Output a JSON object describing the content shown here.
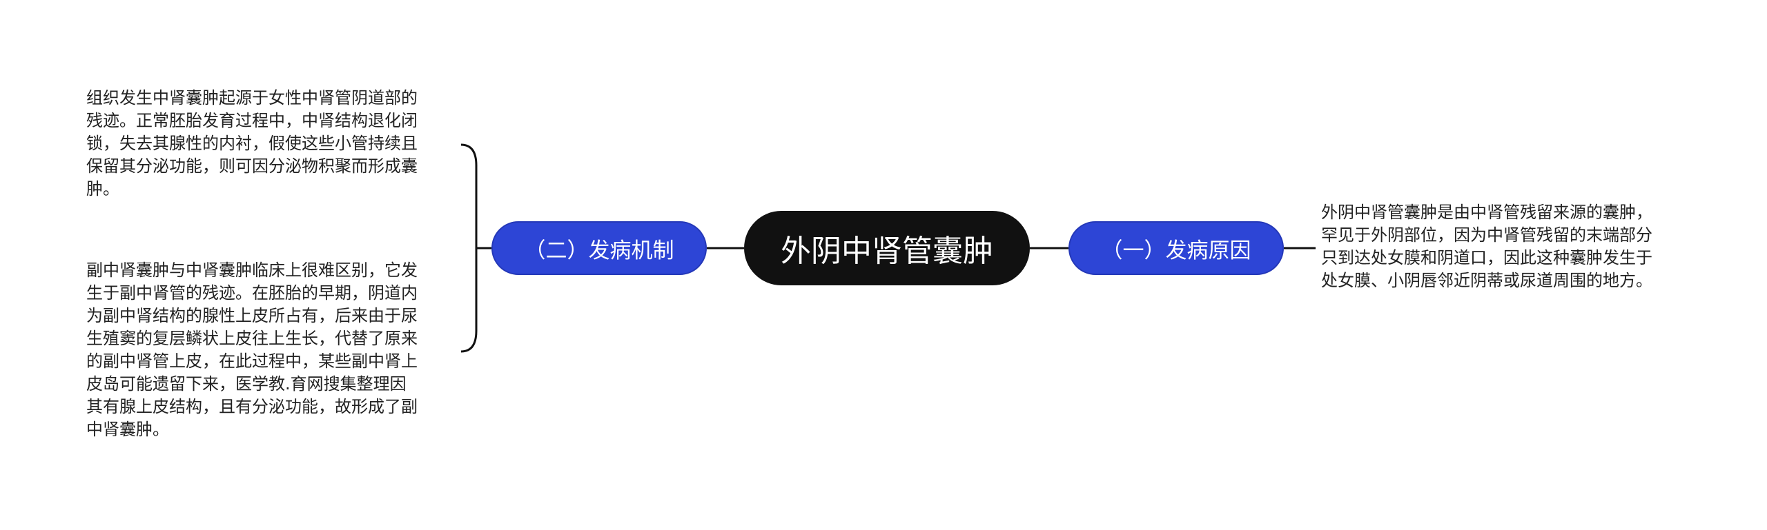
{
  "center": {
    "title": "外阴中肾管囊肿"
  },
  "branches": {
    "right": {
      "label": "（一）发病原因",
      "lines": [
        "外阴中肾管囊肿是由中肾管残留来源的囊肿，",
        "罕见于外阴部位，因为中肾管残留的末端部分",
        "只到达处女膜和阴道口，因此这种囊肿发生于",
        "处女膜、小阴唇邻近阴蒂或尿道周围的地方。"
      ]
    },
    "left": {
      "label": "（二）发病机制",
      "leaf1": {
        "lines": [
          "组织发生中肾囊肿起源于女性中肾管阴道部的",
          "残迹。正常胚胎发育过程中，中肾结构退化闭",
          "锁，失去其腺性的内衬，假使这些小管持续且",
          "保留其分泌功能，则可因分泌物积聚而形成囊",
          "肿。"
        ]
      },
      "leaf2": {
        "lines": [
          "副中肾囊肿与中肾囊肿临床上很难区别，它发",
          "生于副中肾管的残迹。在胚胎的早期，阴道内",
          "为副中肾结构的腺性上皮所占有，后来由于尿",
          "生殖窦的复层鳞状上皮往上生长，代替了原来",
          "的副中肾管上皮，在此过程中，某些副中肾上",
          "皮岛可能遗留下来，医学教.育网搜集整理因",
          "其有腺上皮结构，且有分泌功能，故形成了副",
          "中肾囊肿。"
        ]
      }
    }
  },
  "colors": {
    "center_fill": "#111111",
    "branch_fill": "#2d45d6",
    "connector": "#111111",
    "text": "#222222"
  }
}
